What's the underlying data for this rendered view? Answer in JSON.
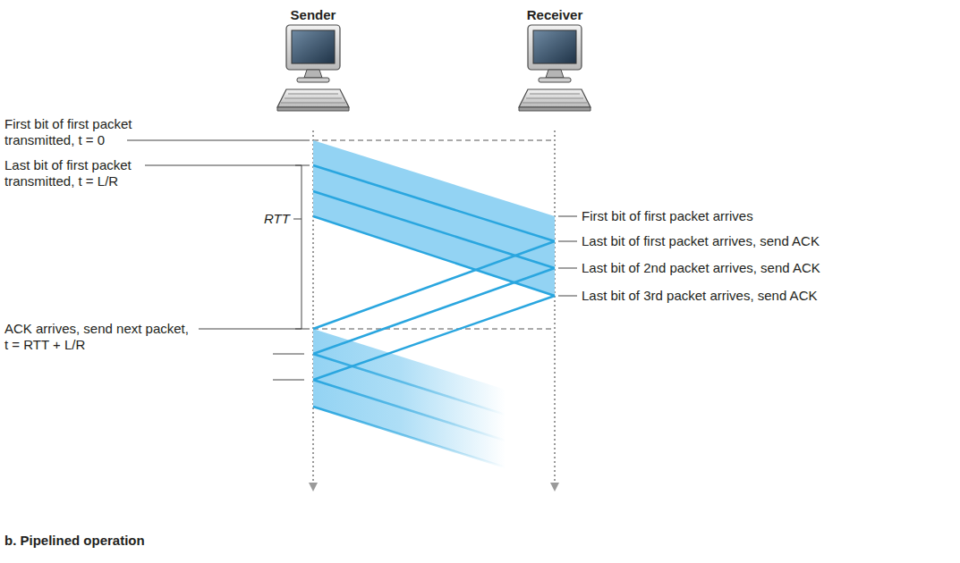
{
  "diagram": {
    "caption": "b. Pipelined operation",
    "nodes": [
      {
        "text": [
          "Sender"
        ]
      },
      {
        "text": [
          "Receiver"
        ]
      }
    ],
    "labels": [
      "First bit of first packet transmitted, t = 0",
      "Last bit of first packet transmitted, t = L/R",
      "RTT",
      "ACK arrives, send next packet, t = RTT + L/R",
      "First bit of first packet arrives",
      "Last bit of first packet arrives, send ACK",
      "Last bit of 2nd packet arrives, send ACK",
      "Last bit of 3rd packet arrives, send ACK"
    ]
  }
}
